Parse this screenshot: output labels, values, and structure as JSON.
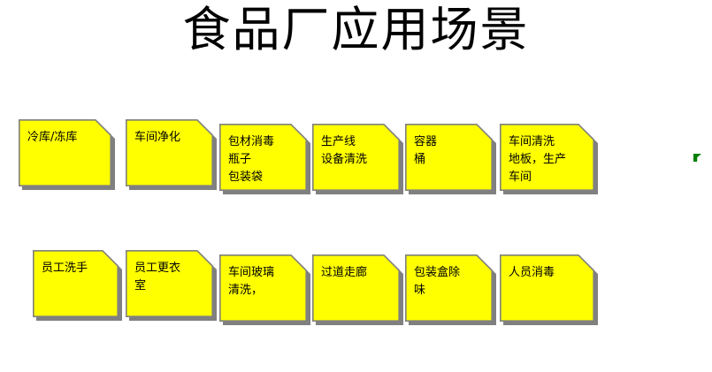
{
  "slide": {
    "title": "食品厂应用场景",
    "background_color": "#ffffff",
    "note_fill_color": "#ffff00",
    "note_border_color": "#808080",
    "note_shadow_color": "#808080",
    "text_color": "#000000",
    "accent_mark_color": "#008000"
  },
  "rows": [
    {
      "name": "row-1",
      "notes": [
        {
          "text": "冷库/冻库"
        },
        {
          "text": "车间净化"
        },
        {
          "text": "包材消毒\n瓶子\n包装袋"
        },
        {
          "text": "生产线\n设备清洗"
        },
        {
          "text": " 容器\n桶"
        },
        {
          "text": "车间清洗\n地板，生产\n车间"
        }
      ]
    },
    {
      "name": "row-2",
      "notes": [
        {
          "text": "员工洗手"
        },
        {
          "text": "员工更衣\n室"
        },
        {
          "text": "车间玻璃\n清洗，"
        },
        {
          "text": "过道走廊"
        },
        {
          "text": " 包装盒除\n味"
        },
        {
          "text": "人员消毒"
        }
      ]
    }
  ],
  "marks": [
    {
      "name": "green-flag-mark",
      "color": "#008000"
    }
  ]
}
